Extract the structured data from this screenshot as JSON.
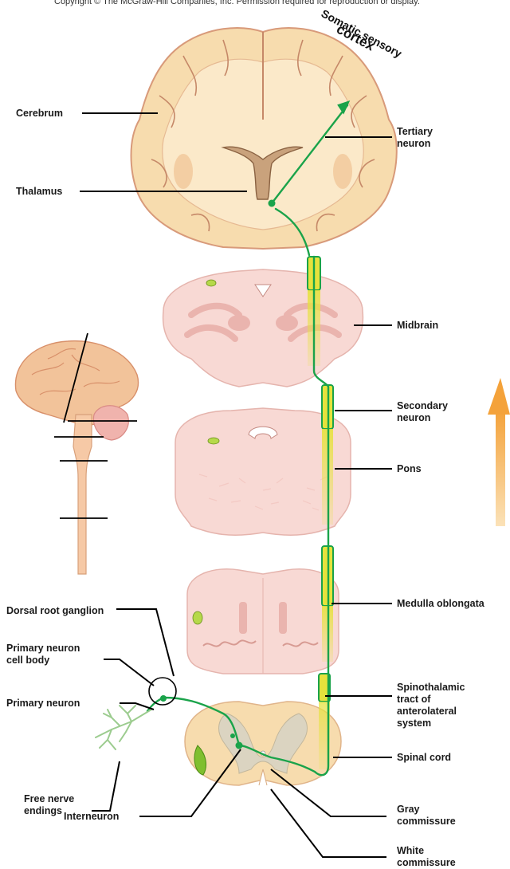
{
  "copyright": "Copyright © The McGraw-Hill Companies, Inc. Permission required for reproduction or display.",
  "title": {
    "line1": "Somatic sensory",
    "line2": "cortex"
  },
  "labels": {
    "cerebrum": "Cerebrum",
    "thalamus": "Thalamus",
    "tertiary_neuron_1": "Tertiary",
    "tertiary_neuron_2": "neuron",
    "midbrain": "Midbrain",
    "secondary_neuron_1": "Secondary",
    "secondary_neuron_2": "neuron",
    "pons": "Pons",
    "medulla_oblongata": "Medulla oblongata",
    "dorsal_root_ganglion": "Dorsal root ganglion",
    "primary_neuron_cell_body_1": "Primary neuron",
    "primary_neuron_cell_body_2": "cell body",
    "primary_neuron": "Primary neuron",
    "spinothalamic_1": "Spinothalamic",
    "spinothalamic_2": "tract of",
    "spinothalamic_3": "anterolateral",
    "spinothalamic_4": "system",
    "spinal_cord": "Spinal cord",
    "free_nerve_endings_1": "Free nerve",
    "free_nerve_endings_2": "endings",
    "interneuron": "Interneuron",
    "gray_commissure_1": "Gray",
    "gray_commissure_2": "commissure",
    "white_commissure_1": "White",
    "white_commissure_2": "commissure"
  },
  "colors": {
    "tissue_cream": "#f7dcae",
    "tissue_outline": "#d89a7a",
    "brainstem_pink": "#f8d9d4",
    "brainstem_dark": "#eab4ae",
    "pathway_green": "#1aa34a",
    "tract_yellow": "#e6e23c",
    "arrow_orange": "#f4a23a"
  }
}
